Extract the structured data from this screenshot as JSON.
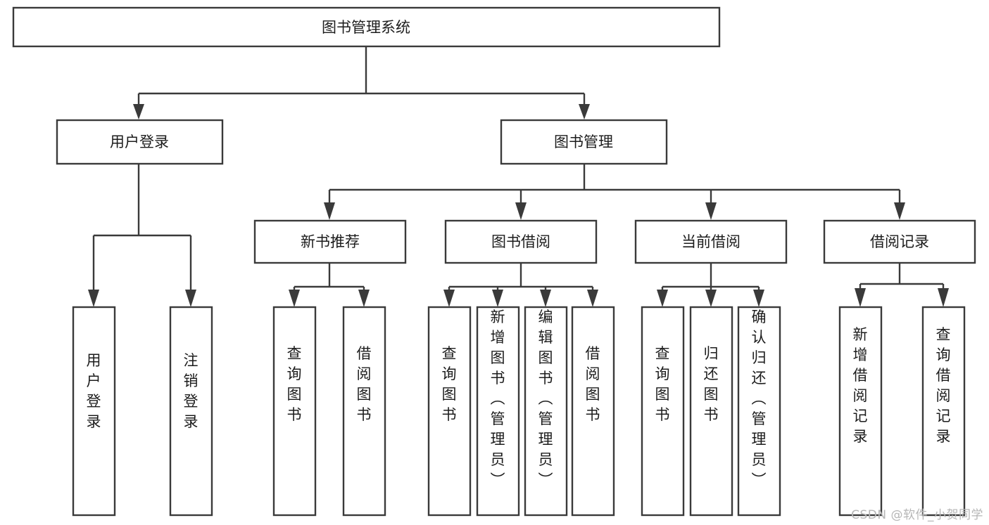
{
  "diagram": {
    "title": "图书管理系统",
    "type": "tree",
    "colors": {
      "box_fill": "#ffffff",
      "box_stroke": "#3a3a3a",
      "text": "#1c1c1c",
      "watermark": "#b6b6b6",
      "background": "#ffffff"
    },
    "watermark": "CSDN @软件_小贺同学",
    "nodes": {
      "root": {
        "label": "图书管理系统"
      },
      "level2": [
        {
          "label": "用户登录"
        },
        {
          "label": "图书管理"
        }
      ],
      "level3": [
        {
          "label": "新书推荐"
        },
        {
          "label": "图书借阅"
        },
        {
          "label": "当前借阅"
        },
        {
          "label": "借阅记录"
        }
      ],
      "leaves": {
        "user_login": [
          {
            "label": "用户登录"
          },
          {
            "label": "注销登录"
          }
        ],
        "new_book": [
          {
            "label": "查询图书"
          },
          {
            "label": "借阅图书"
          }
        ],
        "book_borrow": [
          {
            "label": "查询图书"
          },
          {
            "label": "新增图书（管理员）"
          },
          {
            "label": "编辑图书（管理员）"
          },
          {
            "label": "借阅图书"
          }
        ],
        "current_borrow": [
          {
            "label": "查询图书"
          },
          {
            "label": "归还图书"
          },
          {
            "label": "确认归还（管理员）"
          }
        ],
        "borrow_record": [
          {
            "label": "新增借阅记录"
          },
          {
            "label": "查询借阅记录"
          }
        ]
      }
    }
  }
}
